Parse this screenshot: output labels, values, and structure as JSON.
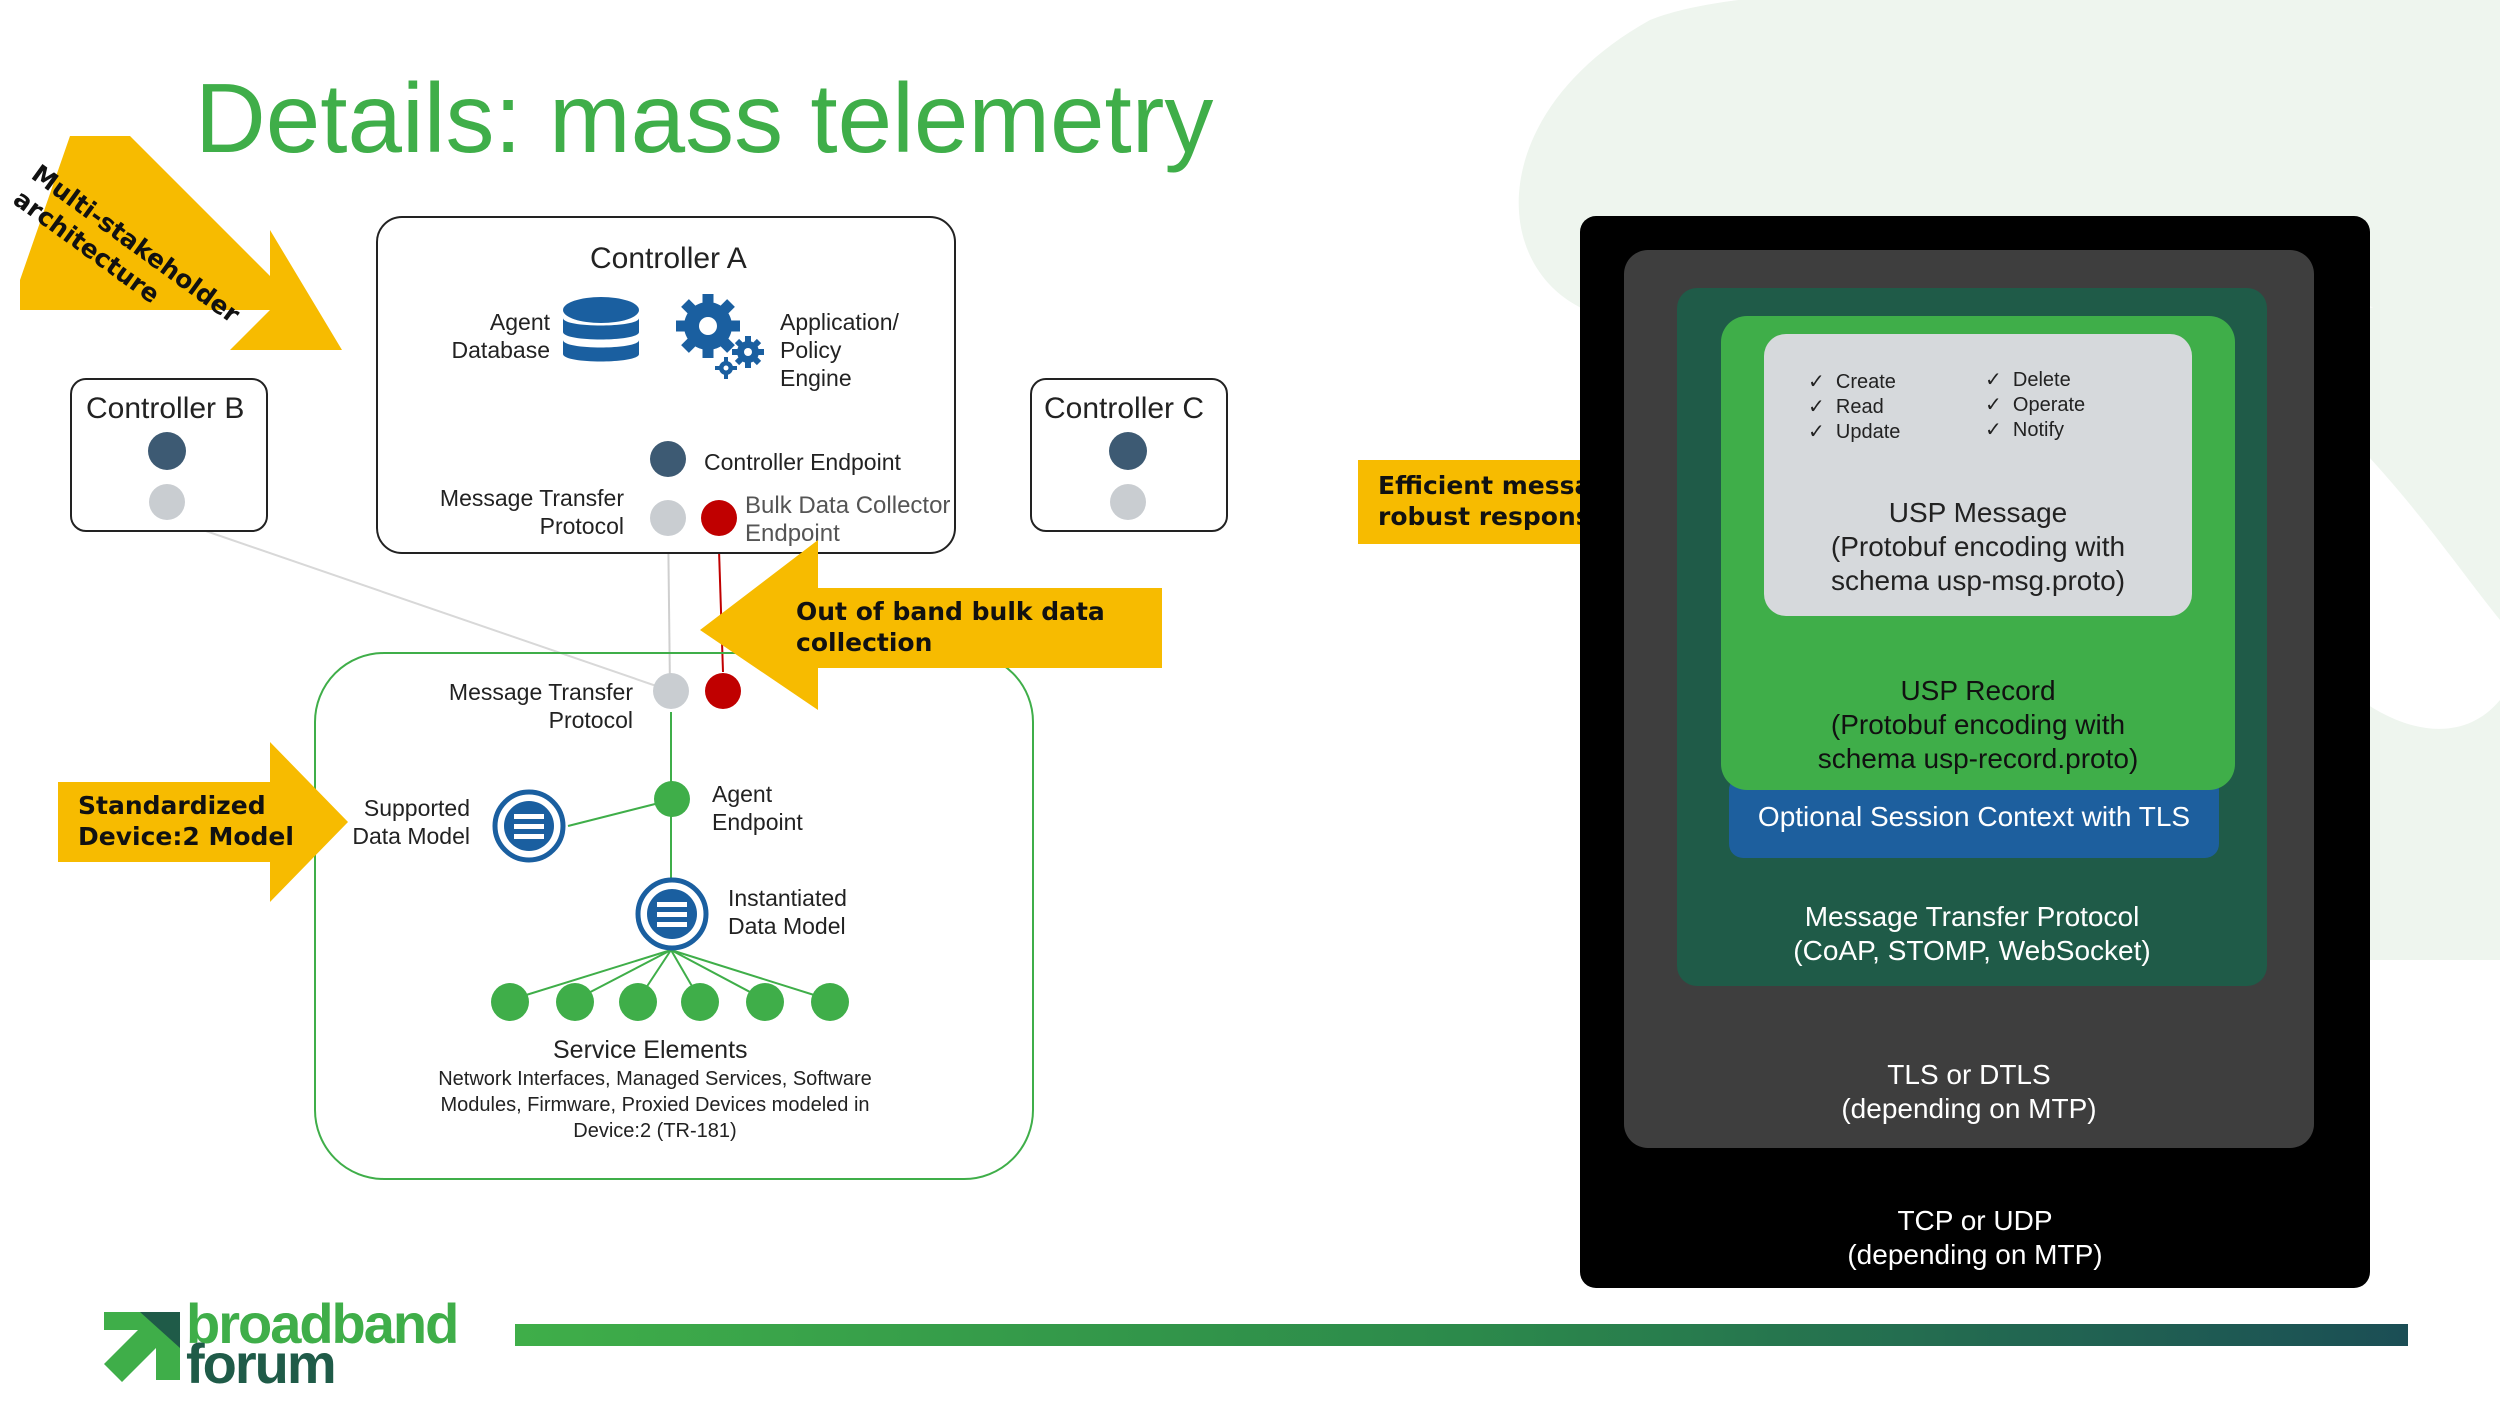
{
  "title": "Details: mass telemetry",
  "controller_a": {
    "title": "Controller A",
    "agent_database": "Agent\nDatabase",
    "application_policy_engine": "Application/\nPolicy\nEngine",
    "controller_endpoint": "Controller Endpoint",
    "message_transfer_protocol": "Message Transfer\nProtocol",
    "bulk_data_collector_endpoint": "Bulk Data Collector\nEndpoint"
  },
  "controller_b": {
    "title": "Controller B"
  },
  "controller_c": {
    "title": "Controller C"
  },
  "agent": {
    "message_transfer_protocol": "Message Transfer\nProtocol",
    "agent_endpoint": "Agent\nEndpoint",
    "supported_data_model": "Supported\nData Model",
    "instantiated_data_model": "Instantiated\nData Model",
    "service_elements_title": "Service Elements",
    "service_elements_desc": "Network Interfaces, Managed Services, Software\nModules, Firmware, Proxied Devices modeled in\nDevice:2 (TR-181)"
  },
  "callouts": {
    "multi_stakeholder": "Multi-stakeholder\narchitecture",
    "out_of_band": "Out of band bulk data\ncollection",
    "standardized": "Standardized\nDevice:2 Model",
    "efficient": "Efficient messages and\nrobust responses"
  },
  "stack": {
    "tcp": "TCP or UDP\n(depending on MTP)",
    "tls": "TLS or DTLS\n(depending on MTP)",
    "mtp": "Message Transfer Protocol\n(CoAP, STOMP, WebSocket)",
    "session": "Optional Session Context with TLS",
    "record": "USP Record\n(Protobuf encoding with\nschema usp-record.proto)",
    "message": "USP Message\n(Protobuf encoding with\nschema usp-msg.proto)",
    "ops_left": [
      "Create",
      "Read",
      "Update"
    ],
    "ops_right": [
      "Delete",
      "Operate",
      "Notify"
    ],
    "check_glyph": "✓"
  },
  "logo": {
    "line1": "broadband",
    "line2": "forum"
  },
  "colors": {
    "title_green": "#3fae49",
    "callout_yellow": "#f7bb00",
    "node_navy": "#3d5a73",
    "node_grey": "#c9cdd1",
    "node_red": "#c00000",
    "node_green": "#3fae49",
    "icon_blue": "#1a5fa0",
    "stack_black": "#000000",
    "stack_darkgrey": "#3e3e3e",
    "stack_darkgreen": "#1f5b48",
    "stack_green": "#3fae49",
    "stack_blue": "#1d5f9e",
    "stack_lightgrey": "#d6d9dc"
  }
}
